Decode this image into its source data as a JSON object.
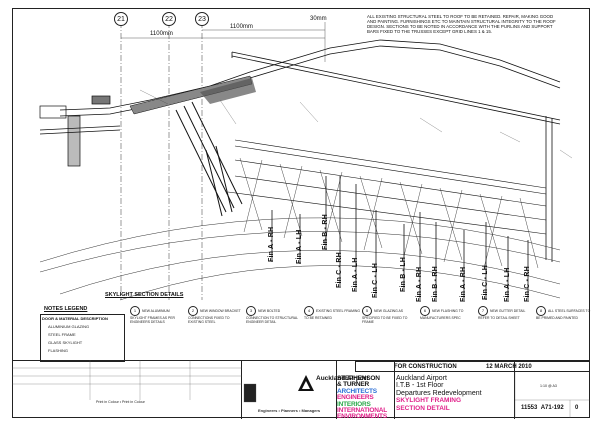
{
  "general_note": "ALL EXISTING STRUCTURAL STEEL TO ROOF TO BE RETAINED. REPAIR, MAKING GOOD AND PAINTING. FURNISHINGS ETC TO MAINTAIN STRUCTURAL INTEGRITY TO THE ROOF DESIGN. SECTIONS TO BE NOTED IN ACCORDANCE WITH THE PURLINS AND SUPPORT BARS FIXED TO THE TRUSSES EXCEPT GRID LINES 1 & 15.",
  "grid_lines": [
    "21",
    "22",
    "23"
  ],
  "grid_numbers": [
    "1100mm",
    "1100mm",
    "30mm"
  ],
  "member_labels": [
    {
      "id": "fin-a-rh-1",
      "text": "Fin A - RH"
    },
    {
      "id": "fin-a-lh-1",
      "text": "Fin A - LH"
    },
    {
      "id": "fin-b-rh-1",
      "text": "Fin B - RH"
    },
    {
      "id": "fin-c-rh-1",
      "text": "Fin C - RH"
    },
    {
      "id": "fin-a-lh-2",
      "text": "Fin A - LH"
    },
    {
      "id": "fin-c-lh-1",
      "text": "Fin C - LH"
    },
    {
      "id": "fin-b-lh-1",
      "text": "Fin B - LH"
    },
    {
      "id": "fin-a-rh-2",
      "text": "Fin A - RH"
    },
    {
      "id": "fin-b-rh-2",
      "text": "Fin B - RH"
    },
    {
      "id": "fin-a-rh-3",
      "text": "Fin A - RH"
    },
    {
      "id": "fin-c-lh-2",
      "text": "Fin C - LH"
    },
    {
      "id": "fin-a-lh-3",
      "text": "Fin A - LH"
    },
    {
      "id": "fin-c-rh-2",
      "text": "Fin C - RH"
    }
  ],
  "section_title": "SKYLIGHT SECTION DETAILS",
  "notes_legend": "NOTES LEGEND",
  "legend_heading": "DOOR & MATERIAL DESCRIPTION",
  "legend_items": [
    "ALUMINIUM GLAZING",
    "STEEL FRAME",
    "GLASS SKYLIGHT",
    "FLASHING"
  ],
  "notes": [
    {
      "n": "1",
      "text": "NEW ALUMINIUM SKYLIGHT FRAMES AS PER ENGINEERS DETAILS"
    },
    {
      "n": "2",
      "text": "NEW WINDOW BRACKET CONNECTIONS FIXED TO EXISTING STEEL"
    },
    {
      "n": "3",
      "text": "NEW BOLTED CONNECTION TO STRUCTURAL ENGINEER DETAIL"
    },
    {
      "n": "4",
      "text": "EXISTING STEEL FRAMING TO BE RETAINED"
    },
    {
      "n": "5",
      "text": "NEW GLAZING AS SPECIFIED TO BE FIXED TO FRAME"
    },
    {
      "n": "6",
      "text": "NEW FLASHING TO MANUFACTURERS SPEC"
    },
    {
      "n": "7",
      "text": "NEW GUTTER DETAIL REFER TO DETAIL SHEET"
    },
    {
      "n": "8",
      "text": "ALL STEEL SURFACES TO BE PRIMED AND PAINTED"
    }
  ],
  "for_construction": "FOR CONSTRUCTION",
  "construction_date": "12 MARCH 2010",
  "client_logo": "Auckland Airport",
  "firm_lines": [
    "STEPHENSON",
    "& TURNER",
    "ARCHITECTS",
    "ENGINEERS",
    "INTERIORS",
    "INTERNATIONAL",
    "ENVIRONMENTS"
  ],
  "engineers_text": "Engineers • Planners • Managers",
  "project_lines": [
    "Auckland Airport",
    "I.T.B - 1st Floor",
    "Departures Redevelopment"
  ],
  "drawing_title_lines": [
    "SKYLIGHT FRAMING",
    "SECTION DETAIL"
  ],
  "drawing_number_prefix": "11553",
  "drawing_number": "A71-192",
  "revision": "0",
  "scale": "1:10 @ A3",
  "print_note": "Print in Colour • Print in Colour"
}
